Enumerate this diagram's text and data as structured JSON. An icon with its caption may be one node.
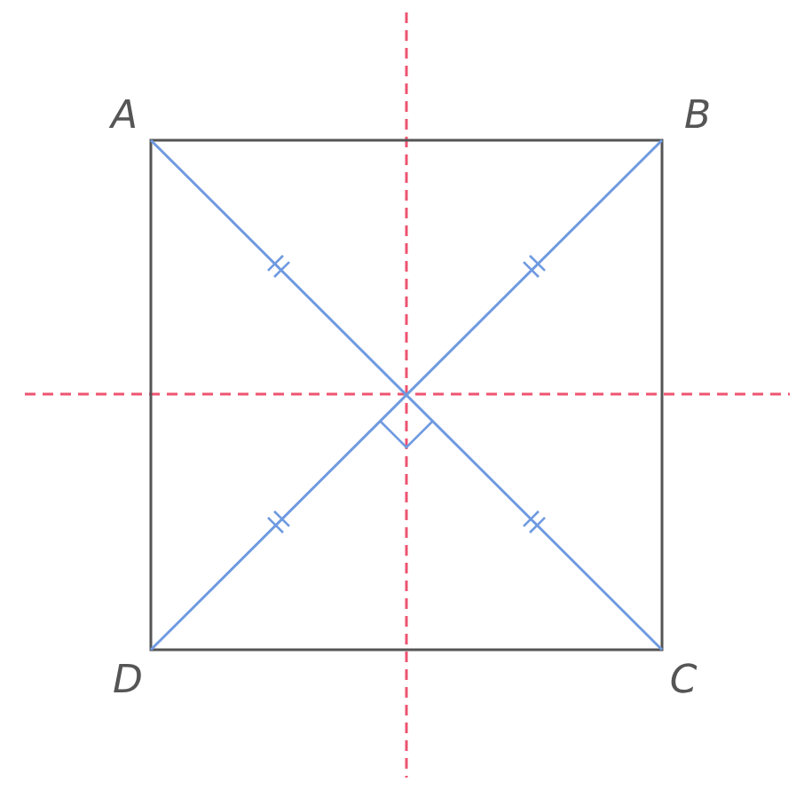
{
  "diagram": {
    "labels": [
      "A",
      "B",
      "D",
      "C"
    ]
  }
}
